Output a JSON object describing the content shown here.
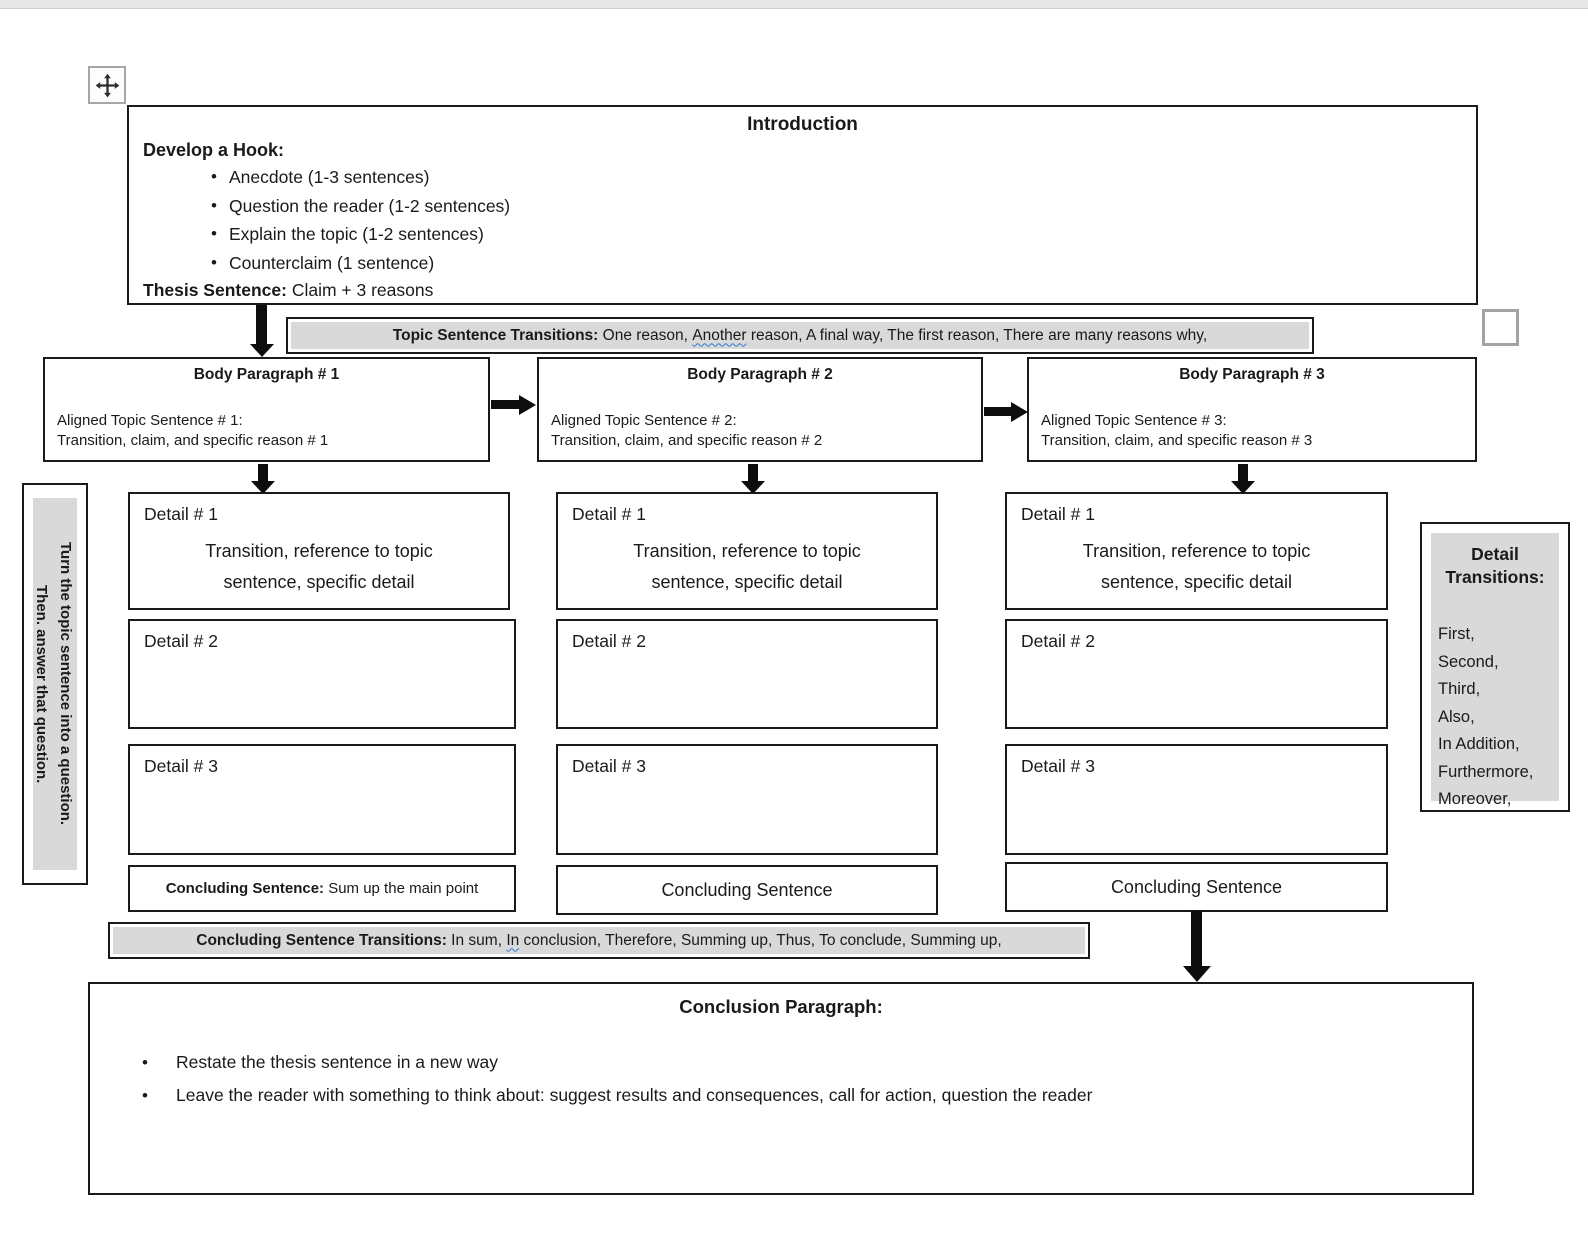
{
  "colors": {
    "box_border": "#1a1a1a",
    "gray_fill": "#d9d9d9",
    "handle_border": "#a6a6a6",
    "squiggle_underline": "#2b7cd3",
    "top_strip": "#e8e8e8"
  },
  "icons": {
    "move_handle": "move-icon",
    "resize_square": "resize-handle-square"
  },
  "intro": {
    "title": "Introduction",
    "hook_label": "Develop a Hook:",
    "bullets": [
      "Anecdote (1-3 sentences)",
      "Question the reader (1-2 sentences)",
      "Explain the topic (1-2 sentences)",
      "Counterclaim (1 sentence)"
    ],
    "thesis_label": "Thesis Sentence:",
    "thesis_text": " Claim + 3 reasons"
  },
  "topic_transitions": {
    "label": "Topic Sentence Transitions:",
    "before": " One reason, ",
    "underlined": "Another",
    "after": " reason, A final way, The first reason, There are many reasons why,"
  },
  "body_paragraphs": [
    {
      "title": "Body Paragraph # 1",
      "line1": "Aligned Topic Sentence # 1:",
      "line2": "Transition, claim, and specific reason # 1"
    },
    {
      "title": "Body Paragraph # 2",
      "line1": "Aligned Topic Sentence # 2:",
      "line2": "Transition, claim, and specific reason # 2"
    },
    {
      "title": "Body Paragraph # 3",
      "line1": "Aligned Topic Sentence # 3:",
      "line2": "Transition, claim, and specific reason # 3"
    }
  ],
  "details": {
    "row1_heading": "Detail # 1",
    "row1_line1": "Transition, reference to topic",
    "row1_line2": "sentence, specific detail",
    "row2_heading": "Detail # 2",
    "row3_heading": "Detail # 3"
  },
  "concluding": {
    "col1_label": "Concluding Sentence:",
    "col1_text": " Sum up the main point",
    "col2_text": "Concluding Sentence",
    "col3_text": "Concluding Sentence"
  },
  "concluding_transitions": {
    "label": "Concluding Sentence Transitions:",
    "before": " In sum, ",
    "underlined": "In",
    "after": " conclusion, Therefore, Summing up, Thus, To conclude, Summing up,"
  },
  "conclusion": {
    "title": "Conclusion Paragraph:",
    "bullets": [
      "Restate the thesis sentence in a new way",
      "Leave the reader with something to think about: suggest results and consequences, call for action, question the reader"
    ]
  },
  "left_sidebar": {
    "line1": "Turn the topic sentence into a question.",
    "line2": "Then. answer that question."
  },
  "detail_transitions": {
    "title_line1": "Detail",
    "title_line2": "Transitions:",
    "items": [
      "First,",
      "Second,",
      "Third,",
      "Also,",
      "In Addition,",
      "Furthermore,",
      "Moreover,"
    ]
  }
}
